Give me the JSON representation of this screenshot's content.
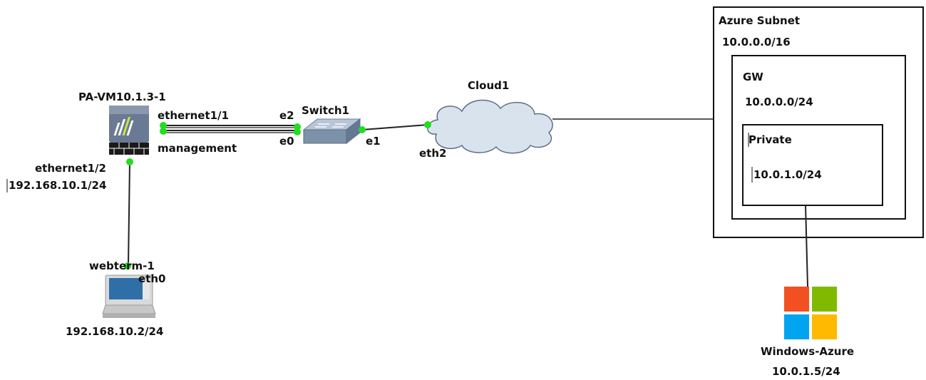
{
  "nodes": {
    "firewall": {
      "name": "PA-VM10.1.3-1",
      "icon": "firewall-icon"
    },
    "switch": {
      "name": "Switch1",
      "icon": "switch-icon"
    },
    "cloud": {
      "name": "Cloud1",
      "icon": "cloud-icon"
    },
    "webterm": {
      "name": "webterm-1",
      "icon": "computer-icon",
      "ip": "192.168.10.2/24"
    },
    "windows": {
      "name": "Windows-Azure",
      "icon": "windows-logo-icon",
      "ip": "10.0.1.5/24"
    }
  },
  "ports": {
    "fw_eth1_1": "ethernet1/1",
    "fw_mgmt": "management",
    "fw_eth1_2": "ethernet1/2",
    "fw_eth1_2_ip": "192.168.10.1/24",
    "sw_e2": "e2",
    "sw_e0": "e0",
    "sw_e1": "e1",
    "cloud_eth2": "eth2",
    "webterm_eth0": "eth0"
  },
  "azure": {
    "subnet": {
      "title": "Azure Subnet",
      "cidr": "10.0.0.0/16"
    },
    "gw": {
      "title": "GW",
      "cidr": "10.0.0.0/24"
    },
    "private": {
      "title": "Private",
      "cidr": "10.0.1.0/24"
    }
  },
  "colors": {
    "link_dot": "#22dd22",
    "link_line": "#222222",
    "windows_red": "#f25022",
    "windows_green": "#7fba00",
    "windows_blue": "#00a4ef",
    "windows_yellow": "#ffb900"
  }
}
